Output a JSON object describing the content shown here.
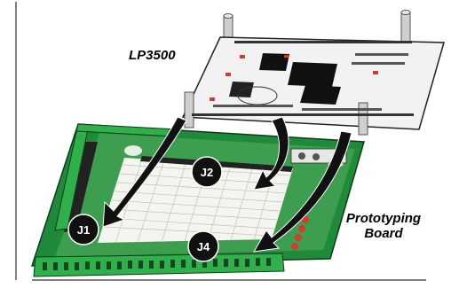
{
  "labels": {
    "module": "LP3500",
    "board_line1": "Prototyping",
    "board_line2": "Board"
  },
  "connectors": {
    "j1": "J1",
    "j2": "J2",
    "j4": "J4"
  },
  "colors": {
    "board_green": "#1f8a3a",
    "terminal_green": "#2fb04a",
    "module_board": "#f2f2f2",
    "arrow": "#111111",
    "led_red": "#d83b2d"
  }
}
